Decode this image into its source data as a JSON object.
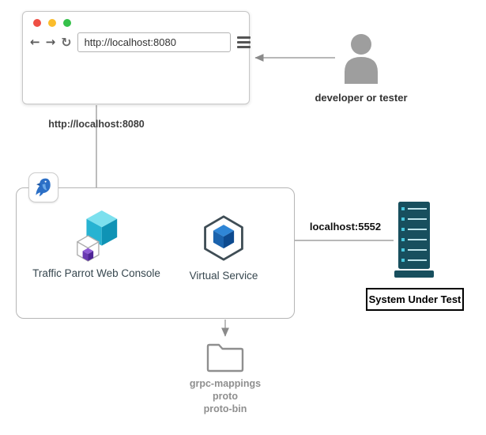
{
  "browser": {
    "url": "http://localhost:8080",
    "controls": {
      "back": "←",
      "forward": "→",
      "refresh": "↻"
    }
  },
  "actor": {
    "label": "developer or tester"
  },
  "connectors": {
    "browser_to_box_label": "http://localhost:8080",
    "sut_to_vs_label": "localhost:5552"
  },
  "nodes": {
    "web_console_label": "Traffic Parrot Web Console",
    "virtual_service_label": "Virtual Service",
    "sut_label": "System Under Test",
    "mappings": {
      "line1": "grpc-mappings",
      "line2": "proto",
      "line3": "proto-bin"
    }
  },
  "colors": {
    "arrow": "#a0a0a0",
    "parrot_blue": "#2b6fc6",
    "cube_cyan": "#27b3d2",
    "cube_purple": "#6a3ab2",
    "service_blue": "#1b63ad",
    "server_teal": "#184f5e"
  }
}
